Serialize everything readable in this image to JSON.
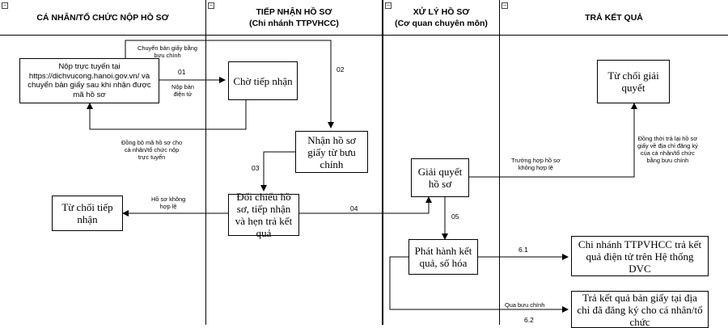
{
  "lanes": [
    {
      "title": "CÁ NHÂN/TỔ CHỨC NỘP HỒ SƠ",
      "subtitle": ""
    },
    {
      "title": "TIẾP NHẬN HỒ SƠ",
      "subtitle": "(Chi nhánh TTPVHCC)"
    },
    {
      "title": "XỬ LÝ HỒ SƠ",
      "subtitle": "(Cơ quan chuyên môn)"
    },
    {
      "title": "TRẢ KẾT QUẢ",
      "subtitle": ""
    }
  ],
  "nodes": {
    "online_submit": "Nộp trực tuyến tại https://dichvucong.hanoi.gov.vn/ và chuyển bản giấy sau khi nhận được mã hồ sơ",
    "wait_receive": "Chờ tiếp nhận",
    "receive_paper": "Nhận hồ sơ giấy từ bưu chính",
    "compare": "Đối chiếu hồ sơ, tiếp nhận và hẹn trả kết quả",
    "reject_receive": "Từ chối tiếp nhận",
    "process": "Giải quyết hồ sơ",
    "issue": "Phát hành kết quả, số hóa",
    "reject_process": "Từ chối giải quyết",
    "return_electronic": "Chi nhánh TTPVHCC trả kết quả điện tử trên Hệ thống DVC",
    "return_paper": "Trả kết quả bản giấy tại địa chỉ đã đăng ký cho cá nhân/tổ chức"
  },
  "labels": {
    "post_paper": "Chuyển bản giấy bằng\nbưu chính",
    "e01": "01",
    "e02": "02",
    "submit_electronic": "Nộp bản\nđiện tử",
    "sync_code": "Đồng bộ mã hồ sơ cho\ncá nhân/tổ chức nộp\ntrực tuyến",
    "e03": "03",
    "invalid_reject": "Hồ sơ không\nhợp lệ",
    "e04": "04",
    "invalid_case": "Trường hợp hồ sơ\nkhông hợp lệ",
    "return_notice": "Đồng thời trả lại hồ sơ\ngiấy về địa chỉ đăng ký\ncủa cá nhân/tổ chức\nbằng bưu chính",
    "e05": "05",
    "e61": "6.1",
    "via_post": "Qua bưu chính",
    "e62": "6.2"
  },
  "icons": {
    "collapse": "minus-box-icon"
  }
}
